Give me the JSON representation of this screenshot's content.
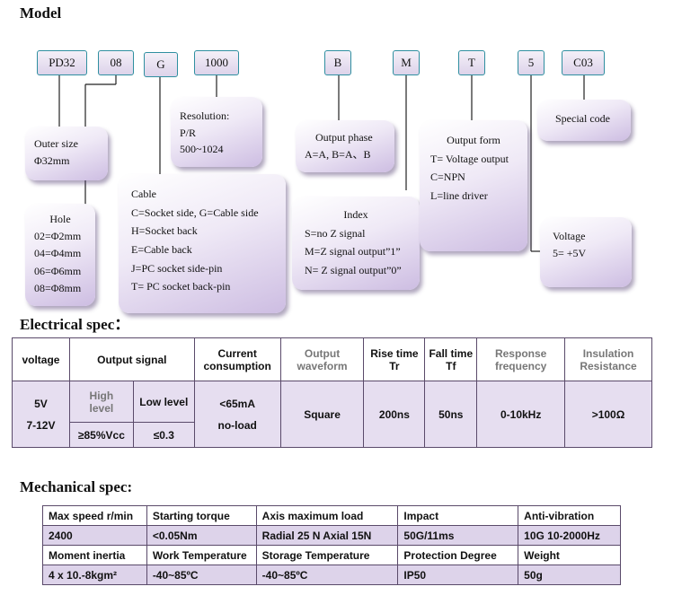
{
  "headings": {
    "model": "Model",
    "electrical": "Electrical spec：",
    "mechanical": "Mechanical spec:"
  },
  "codes": [
    "PD32",
    "08",
    "G",
    "1000",
    "B",
    "M",
    "T",
    "5",
    "C03"
  ],
  "bubbles": {
    "outer": {
      "title": "Outer size",
      "lines": [
        "Φ32mm"
      ]
    },
    "resolution": {
      "title": "Resolution:",
      "lines": [
        "P/R",
        "500~1024"
      ]
    },
    "hole": {
      "title": "Hole",
      "lines": [
        "02=Φ2mm",
        "04=Φ4mm",
        "06=Φ6mm",
        "08=Φ8mm"
      ]
    },
    "cable": {
      "title": "Cable",
      "lines": [
        "C=Socket side, G=Cable side",
        "H=Socket back",
        "E=Cable back",
        "J=PC socket side-pin",
        "T= PC socket back-pin"
      ]
    },
    "phase": {
      "title": "Output phase",
      "lines": [
        "A=A, B=A、B"
      ]
    },
    "index": {
      "title": "Index",
      "lines": [
        "S=no Z signal",
        "M=Z signal output”1”",
        "N= Z signal output”0”"
      ]
    },
    "form": {
      "title": "Output form",
      "lines": [
        "T= Voltage output",
        "C=NPN",
        "L=line driver"
      ]
    },
    "special": {
      "title": "Special code",
      "lines": []
    },
    "voltage": {
      "title": "Voltage",
      "lines": [
        "5= +5V"
      ]
    }
  },
  "electrical": {
    "headers": [
      "voltage",
      "Output signal",
      "Current consumption",
      "Output waveform",
      "Rise time Tr",
      "Fall time Tf",
      "Response frequency",
      "Insulation Resistance"
    ],
    "sub": [
      "High level",
      "Low level"
    ],
    "voltage": [
      "5V",
      "7-12V"
    ],
    "high": "≥85%Vcc",
    "low": "≤0.3",
    "current": [
      "<65mA",
      "no-load"
    ],
    "waveform": "Square",
    "rise": "200ns",
    "fall": "50ns",
    "freq": "0-10kHz",
    "ins": ">100Ω"
  },
  "mechanical": {
    "rows": [
      [
        "Max speed r/min",
        "Starting torque",
        "Axis maximum load",
        "Impact",
        "Anti-vibration"
      ],
      [
        "2400",
        "<0.05Nm",
        "Radial 25 N Axial 15N",
        "50G/11ms",
        "10G   10-2000Hz"
      ],
      [
        "Moment inertia",
        "Work Temperature",
        "Storage Temperature",
        "Protection Degree",
        "Weight"
      ],
      [
        "4 x 10.-8kgm²",
        "-40~85ºC",
        "-40~85ºC",
        "IP50",
        "50g"
      ]
    ]
  }
}
